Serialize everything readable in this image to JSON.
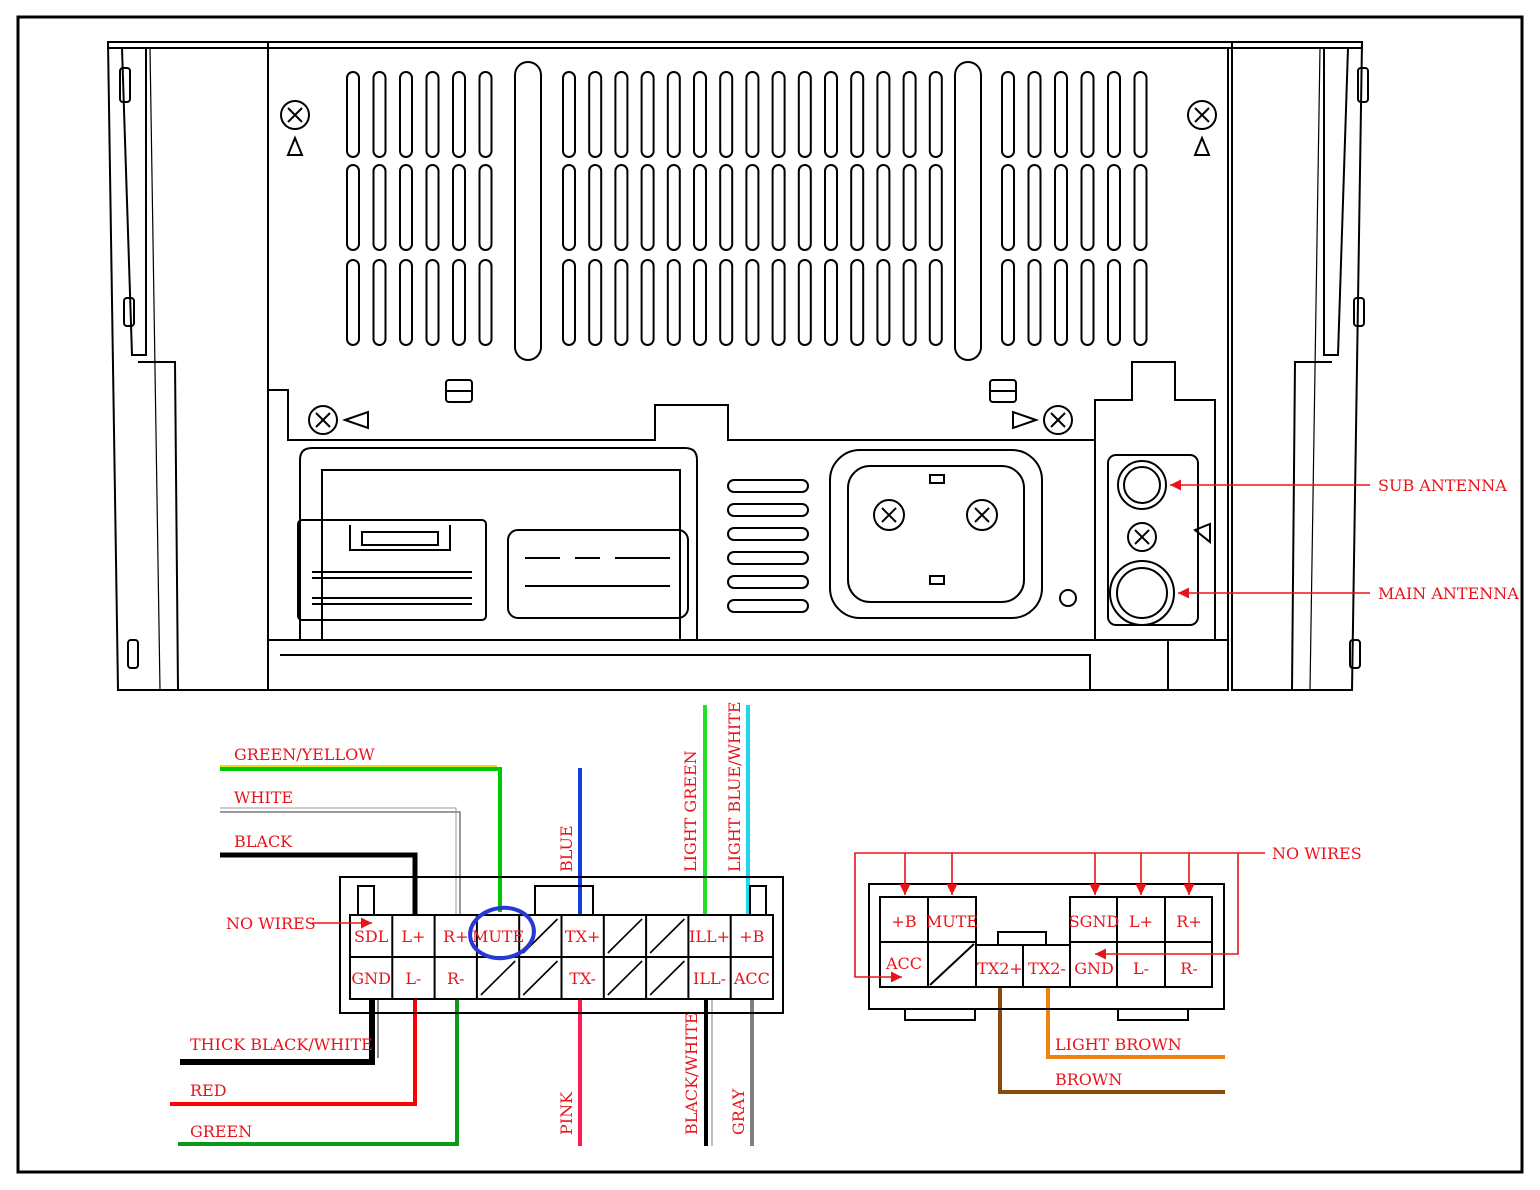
{
  "colors": {
    "label_red": "#e8141c",
    "wire_green_yellow_a": "#00c800",
    "wire_green_yellow_b": "#e8e000",
    "wire_white": "#9a9a9a",
    "wire_black": "#000000",
    "wire_blue": "#1040e0",
    "wire_light_green": "#22e022",
    "wire_light_blue": "#20d8e8",
    "wire_red": "#ff0000",
    "wire_green": "#0a9a1a",
    "wire_pink": "#ff1a50",
    "wire_gray": "#808080",
    "wire_brown": "#8b4a10",
    "wire_light_brown": "#f08010",
    "highlight_circle": "#2838d8"
  },
  "antenna": {
    "sub": "SUB ANTENNA",
    "main": "MAIN ANTENNA"
  },
  "connector_a": {
    "top_row": [
      "SDL",
      "L+",
      "R+",
      "MUTE",
      "",
      "TX+",
      "",
      "",
      "ILL+",
      "+B"
    ],
    "bottom_row": [
      "GND",
      "L-",
      "R-",
      "",
      "",
      "TX-",
      "",
      "",
      "ILL-",
      "ACC"
    ],
    "highlighted_pin": "MUTE",
    "wire_labels": {
      "green_yellow": "GREEN/YELLOW",
      "white": "WHITE",
      "black": "BLACK",
      "no_wires": "NO WIRES",
      "thick_black_white": "THICK BLACK/WHITE",
      "red": "RED",
      "green": "GREEN",
      "blue": "BLUE",
      "pink": "PINK",
      "light_green": "LIGHT GREEN",
      "light_blue_white": "LIGHT BLUE/WHITE",
      "black_white": "BLACK/WHITE",
      "gray": "GRAY"
    }
  },
  "connector_b": {
    "top_left": [
      "+B",
      "MUTE"
    ],
    "bottom_left": [
      "ACC",
      ""
    ],
    "middle": [
      "TX2+",
      "TX2-"
    ],
    "top_right": [
      "SGND",
      "L+",
      "R+"
    ],
    "bottom_right": [
      "GND",
      "L-",
      "R-"
    ],
    "wire_labels": {
      "no_wires": "NO WIRES",
      "light_brown": "LIGHT BROWN",
      "brown": "BROWN"
    }
  }
}
